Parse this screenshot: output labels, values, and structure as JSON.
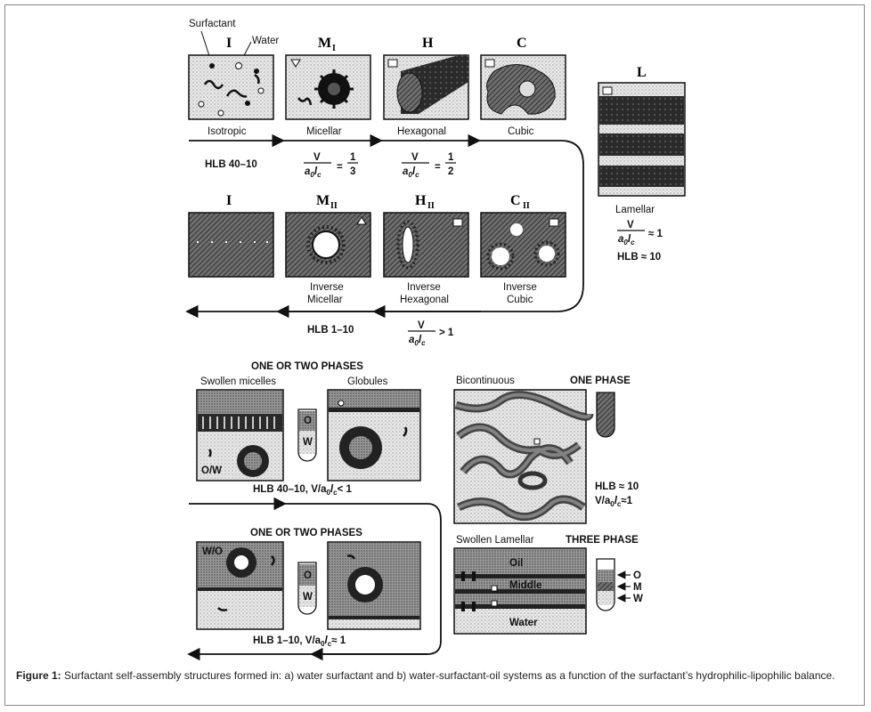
{
  "figure": {
    "caption_label": "Figure 1:",
    "caption_text": "Surfactant self-assembly structures formed in: a) water surfactant and  b) water-surfactant-oil systems as a function of the surfactant’s hydrophilic-lipophilic balance."
  },
  "panel_a": {
    "annot_surfactant": "Surfactant",
    "annot_water": "Water",
    "row1": {
      "phases": [
        {
          "symbol": "I",
          "sub": "",
          "label": "Isotropic"
        },
        {
          "symbol": "M",
          "sub": "I",
          "label": "Micellar"
        },
        {
          "symbol": "H",
          "sub": "",
          "label": "Hexagonal"
        },
        {
          "symbol": "C",
          "sub": "",
          "label": "Cubic"
        }
      ],
      "hlb": "HLB  40–10",
      "ratio1": {
        "num": "V",
        "den": "a",
        "den_sub": "0",
        "den_l": "l",
        "den_l_sub": "c",
        "op": "=",
        "val_num": "1",
        "val_den": "3"
      },
      "ratio2": {
        "num": "V",
        "den": "a",
        "den_sub": "0",
        "den_l": "l",
        "den_l_sub": "c",
        "op": "=",
        "val_num": "1",
        "val_den": "2"
      }
    },
    "lamellar": {
      "symbol": "L",
      "label": "Lamellar",
      "ratio_num": "V",
      "ratio_den": "a",
      "ratio_den_sub": "0",
      "ratio_l": "l",
      "ratio_l_sub": "c",
      "ratio_op": "≈ 1",
      "hlb": "HLB ≈ 10"
    },
    "row2": {
      "phases": [
        {
          "symbol": "I",
          "sub": "",
          "label": ""
        },
        {
          "symbol": "M",
          "sub": "II",
          "label_line1": "Inverse",
          "label_line2": "Micellar"
        },
        {
          "symbol": "H",
          "sub": "II",
          "label_line1": "Inverse",
          "label_line2": "Hexagonal"
        },
        {
          "symbol": "C",
          "sub": "II",
          "label_line1": "Inverse",
          "label_line2": "Cubic"
        }
      ],
      "hlb": "HLB  1–10",
      "ratio_num": "V",
      "ratio_den": "a",
      "ratio_den_sub": "0",
      "ratio_l": "l",
      "ratio_l_sub": "c",
      "ratio_op": "> 1"
    }
  },
  "panel_b": {
    "top_left": {
      "title": "ONE OR TWO PHASES",
      "swollen_label": "Swollen micelles",
      "globules_label": "Globules",
      "ow_label": "O/W",
      "tube_o": "O",
      "tube_w": "W",
      "hlb_line": "HLB  40–10,  V/a",
      "hlb_sub0": "0",
      "hlb_l": "l",
      "hlb_subc": "c",
      "hlb_tail": "< 1"
    },
    "bottom_left": {
      "title": "ONE OR TWO PHASES",
      "wo_label": "W/O",
      "tube_o": "O",
      "tube_w": "W",
      "hlb_line": "HLB  1–10,  V/a",
      "hlb_sub0": "0",
      "hlb_l": "l",
      "hlb_subc": "c",
      "hlb_tail": "≈ 1"
    },
    "bicontinuous": {
      "label": "Bicontinuous",
      "phase": "ONE PHASE",
      "hlb": "HLB ≈ 10",
      "ratio_text": "V/a",
      "ratio_sub0": "0",
      "ratio_l": "l",
      "ratio_subc": "c",
      "ratio_tail": "≈1"
    },
    "swollen_lamellar": {
      "label": "Swollen Lamellar",
      "phase": "THREE PHASE",
      "layer_oil": "Oil",
      "layer_middle": "Middle",
      "layer_water": "Water",
      "tube_o": "O",
      "tube_m": "M",
      "tube_w": "W"
    }
  }
}
